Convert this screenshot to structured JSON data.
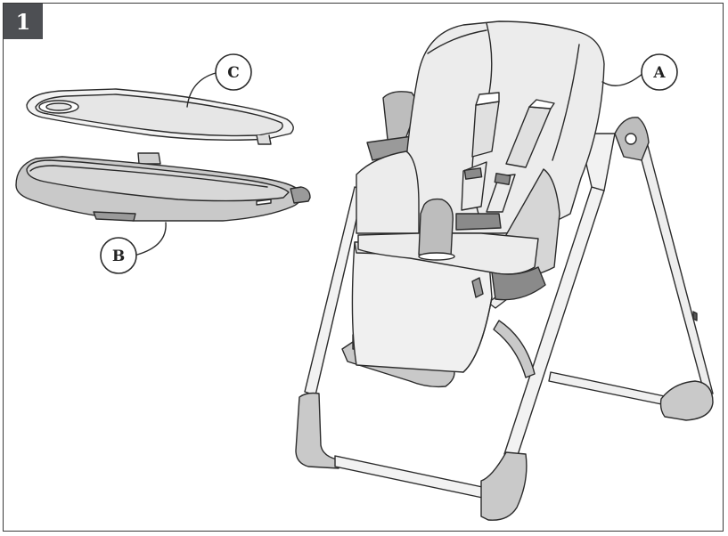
{
  "step_number": "1",
  "callouts": {
    "a": "A",
    "b": "B",
    "c": "C"
  },
  "colors": {
    "badge": "#4d4f53",
    "outline": "#2b2b2b",
    "seat_fill": "#ececec",
    "plastic_fill": "#c9c9c9",
    "dark_fill": "#8a8a8a"
  }
}
